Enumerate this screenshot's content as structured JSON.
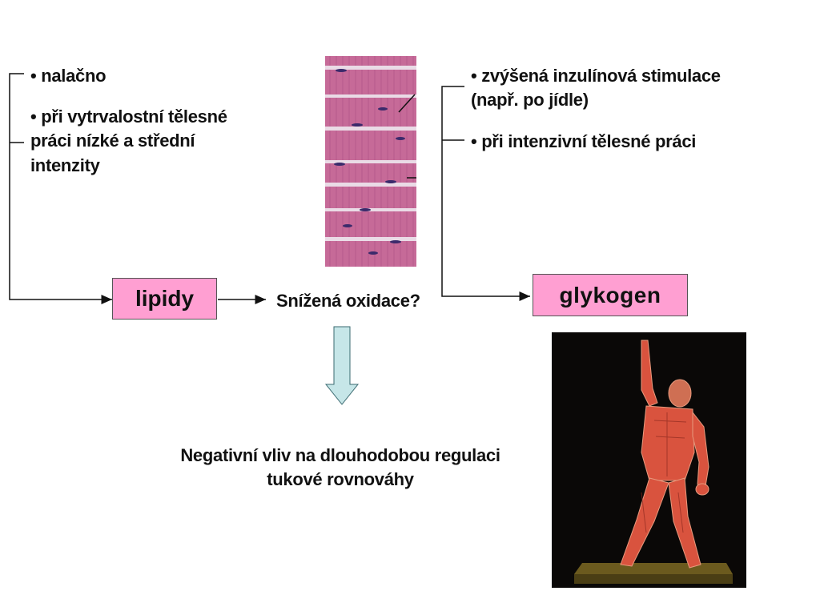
{
  "left_conditions": [
    "• nalačno",
    "• při vytrvalostní tělesné práci nízké a střední intenzity"
  ],
  "right_conditions": [
    "• zvýšená inzulínová stimulace (např. po jídle)",
    "• při intenzivní tělesné práci"
  ],
  "box_lipidy": "lipidy",
  "box_glykogen": "glykogen",
  "middle_question": "Snížená oxidace?",
  "conclusion": "Negativní vliv na dlouhodobou regulaci tukové rovnováhy",
  "colors": {
    "box_fill": "#ff9fd2",
    "down_arrow_fill": "#c6e6e8",
    "tissue_bg": "#c66a98"
  }
}
